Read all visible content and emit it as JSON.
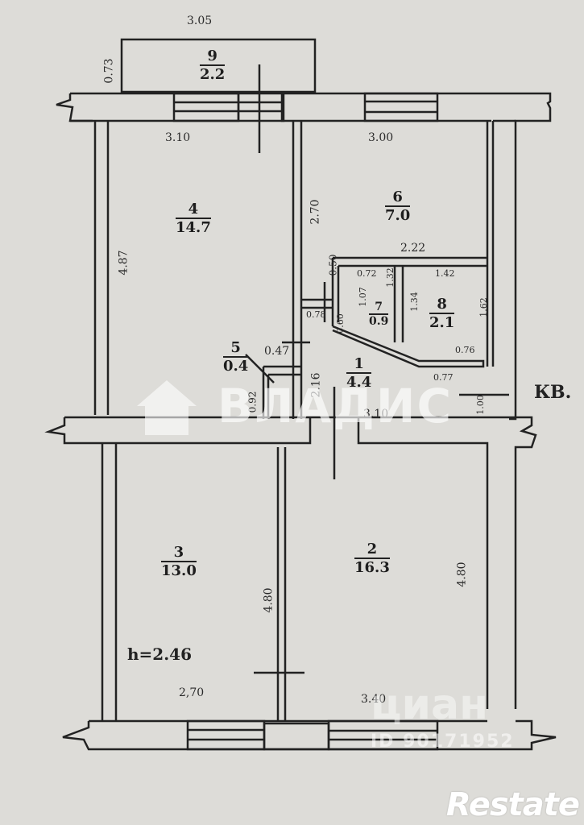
{
  "plan": {
    "ceiling_height": "h=2.46",
    "apartment_marker": "КВ.",
    "rooms": [
      {
        "num": "1",
        "area": "4.4"
      },
      {
        "num": "2",
        "area": "16.3"
      },
      {
        "num": "3",
        "area": "13.0"
      },
      {
        "num": "4",
        "area": "14.7"
      },
      {
        "num": "5",
        "area": "0.4"
      },
      {
        "num": "6",
        "area": "7.0"
      },
      {
        "num": "7",
        "area": "0.9"
      },
      {
        "num": "8",
        "area": "2.1"
      },
      {
        "num": "9",
        "area": "2.2"
      }
    ],
    "dimensions": {
      "balcony_width": "3.05",
      "balcony_depth": "0.73",
      "room4_width": "3.10",
      "room4_length": "4.87",
      "room6_width": "3.00",
      "room6_length": "2.70",
      "bath_block_width": "2.22",
      "room7_top": "0.72",
      "room7_side_a": "1.32",
      "room7_side_b": "1.07",
      "room8_top": "1.42",
      "room8_side_a": "1.34",
      "room8_side_b": "1.62",
      "room8_bottom_a": "0.76",
      "room8_bottom_b": "0.77",
      "wall_050": "0.50",
      "wall_078": "0.78",
      "wall_060": "0.60",
      "closet_width": "0.47",
      "closet_depth": "0.92",
      "hall_side": "2.16",
      "hall_width": "3.10",
      "hall_entry": "1.00",
      "room3_length": "4.80",
      "room3_width": "2,70",
      "room2_length": "4.80",
      "room2_width": "3.40"
    }
  },
  "watermarks": {
    "vladis": "ВЛАДИС",
    "cian": "циан",
    "cian_id": "ID 90171952",
    "brand": "Restate"
  }
}
